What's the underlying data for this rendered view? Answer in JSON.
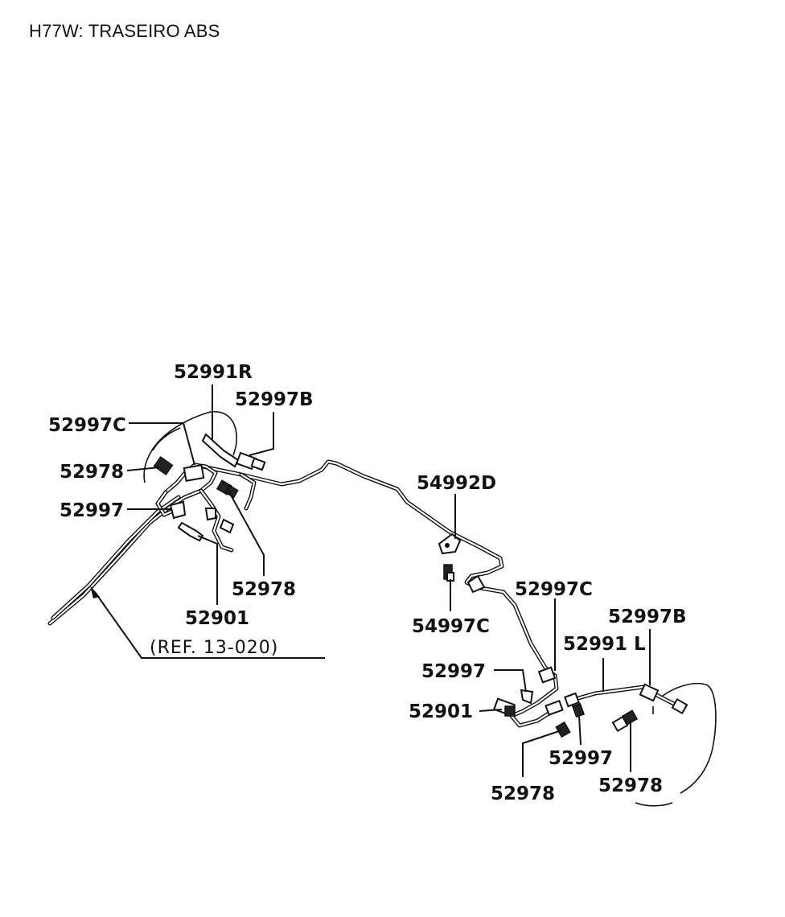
{
  "title": "H77W: TRASEIRO ABS",
  "labels": {
    "l_52991R": "52991R",
    "l_52997B_top": "52997B",
    "l_52997C_left": "52997C",
    "l_52978_left": "52978",
    "l_52997_left": "52997",
    "l_52978_mid": "52978",
    "l_52901_left": "52901",
    "l_54992D": "54992D",
    "l_54997C": "54997C",
    "l_52997C_right": "52997C",
    "l_52997B_right": "52997B",
    "l_52991L": "52991 L",
    "l_52997_right": "52997",
    "l_52901_right": "52901",
    "l_52997_bottom": "52997",
    "l_52978_bottom": "52978",
    "l_52978_right": "52978"
  },
  "reference": "(REF. 13-020)",
  "icons": {
    "pipe": "brake-pipe",
    "clip": "pipe-clip",
    "bracket": "pipe-bracket",
    "hose": "brake-hose",
    "bolt": "bolt",
    "union": "pipe-union"
  }
}
